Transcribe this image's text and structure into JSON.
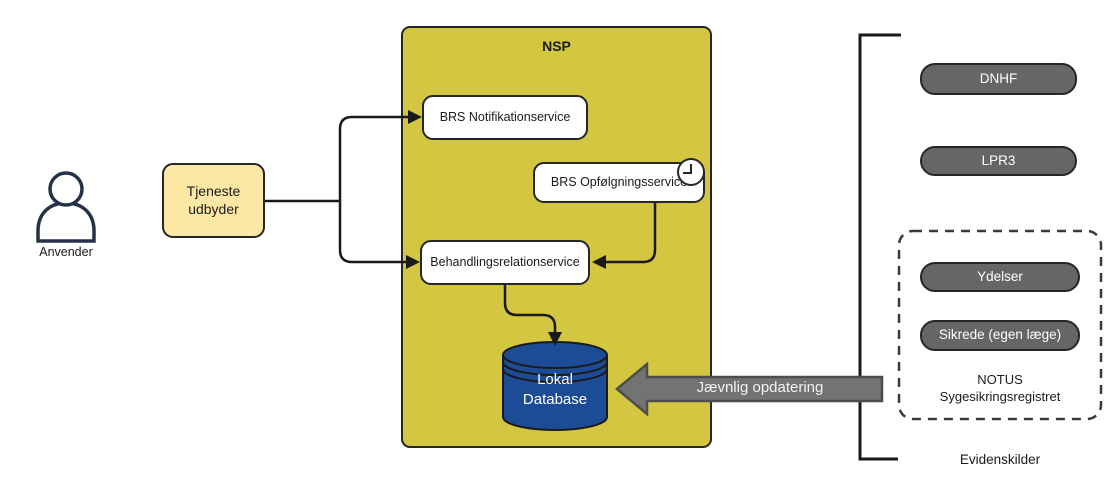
{
  "actor": {
    "label": "Anvender"
  },
  "provider": {
    "line1": "Tjeneste",
    "line2": "udbyder"
  },
  "nsp": {
    "title": "NSP",
    "services": {
      "notification": "BRS Notifikationservice",
      "followup": "BRS Opfølgningsservice",
      "treatment": "Behandlingsrelationservice"
    },
    "database": {
      "line1": "Lokal",
      "line2": "Database"
    }
  },
  "update_arrow": {
    "label": "Jævnlig opdatering"
  },
  "evidence": {
    "label": "Evidenskilder",
    "sources": [
      "DNHF",
      "LPR3"
    ],
    "notus": {
      "items": [
        "Ydelser",
        "Sikrede (egen læge)"
      ],
      "line1": "NOTUS",
      "line2": "Sygesikringsregistret"
    }
  },
  "icons": {
    "actor": "person-icon",
    "followup_badge": "clock-icon",
    "database": "database-cylinder-icon",
    "update": "block-arrow-left-icon",
    "evidence_group": "bracket-icon"
  },
  "colors": {
    "nsp_fill": "#d3c640",
    "provider_fill": "#fce7a4",
    "source_fill": "#666666",
    "database_fill": "#1c4c96",
    "update_arrow_fill": "#737373",
    "update_arrow_stroke": "#4d4d4d",
    "stroke_dark": "#262626",
    "actor_stroke": "#253246"
  }
}
